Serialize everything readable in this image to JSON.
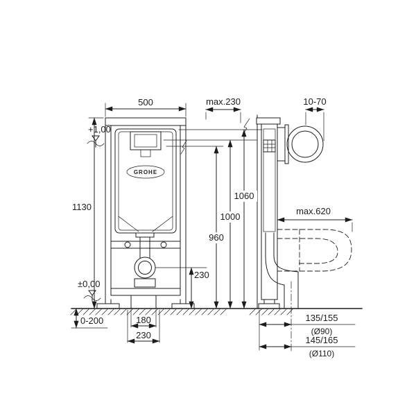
{
  "drawing": {
    "line_color": "#1c1c1c",
    "background": "#ffffff",
    "brand_logo": "GROHE",
    "front_view": {
      "width": "500",
      "height": "1130",
      "level_top": "+1,00",
      "level_floor": "±0,00",
      "feet_range": "0-200",
      "anchor_spacing": "180",
      "base_spacing": "230",
      "outlet_height": "230",
      "height_960": "960",
      "height_1000": "1000",
      "height_1060": "1060"
    },
    "side_view": {
      "max_frame_depth": "max.230",
      "plate_depth_range": "10-70",
      "bowl_max_depth": "max.620",
      "drain_90": "135/155",
      "drain_90_dia": "(Ø90)",
      "drain_110": "145/165",
      "drain_110_dia": "(Ø110)"
    }
  }
}
